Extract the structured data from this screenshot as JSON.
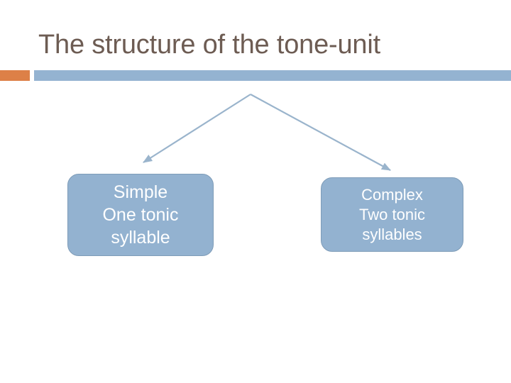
{
  "slide": {
    "title": "The structure of the tone-unit",
    "title_color": "#6d5c53",
    "background_color": "#ffffff"
  },
  "divider": {
    "accent_color": "#dd8047",
    "bar_color": "#94b3d1"
  },
  "diagram": {
    "connector_color": "#9ab4cc",
    "nodes": [
      {
        "id": "simple",
        "lines": [
          "Simple",
          "One tonic",
          "syllable"
        ],
        "fill_color": "#93b2d0",
        "border_color": "#7e9cb8",
        "text_color": "#ffffff"
      },
      {
        "id": "complex",
        "lines": [
          "Complex",
          "Two tonic",
          "syllables"
        ],
        "fill_color": "#93b2d0",
        "border_color": "#7e9cb8",
        "text_color": "#ffffff"
      }
    ]
  }
}
